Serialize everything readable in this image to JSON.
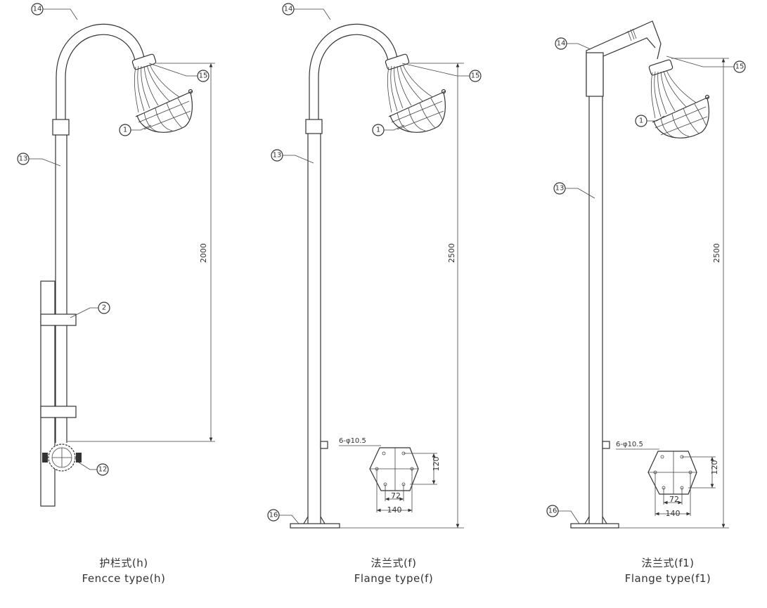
{
  "diagrams": [
    {
      "caption_cn": "护栏式(h)",
      "caption_en": "Fencce type(h)",
      "height_dimension": "2000",
      "parts": [
        "14",
        "15",
        "1",
        "13",
        "2",
        "12"
      ]
    },
    {
      "caption_cn": "法兰式(f)",
      "caption_en": "Flange type(f)",
      "height_dimension": "2500",
      "parts": [
        "14",
        "15",
        "1",
        "13",
        "16"
      ],
      "flange": {
        "holes": "6-φ10.5",
        "dim_height": "120",
        "dim_inner": "72",
        "dim_outer": "140"
      }
    },
    {
      "caption_cn": "法兰式(f1)",
      "caption_en": "Flange type(f1)",
      "height_dimension": "2500",
      "parts": [
        "14",
        "15",
        "1",
        "13",
        "16"
      ],
      "flange": {
        "holes": "6-φ10.5",
        "dim_height": "120",
        "dim_inner": "72",
        "dim_outer": "140"
      }
    }
  ]
}
